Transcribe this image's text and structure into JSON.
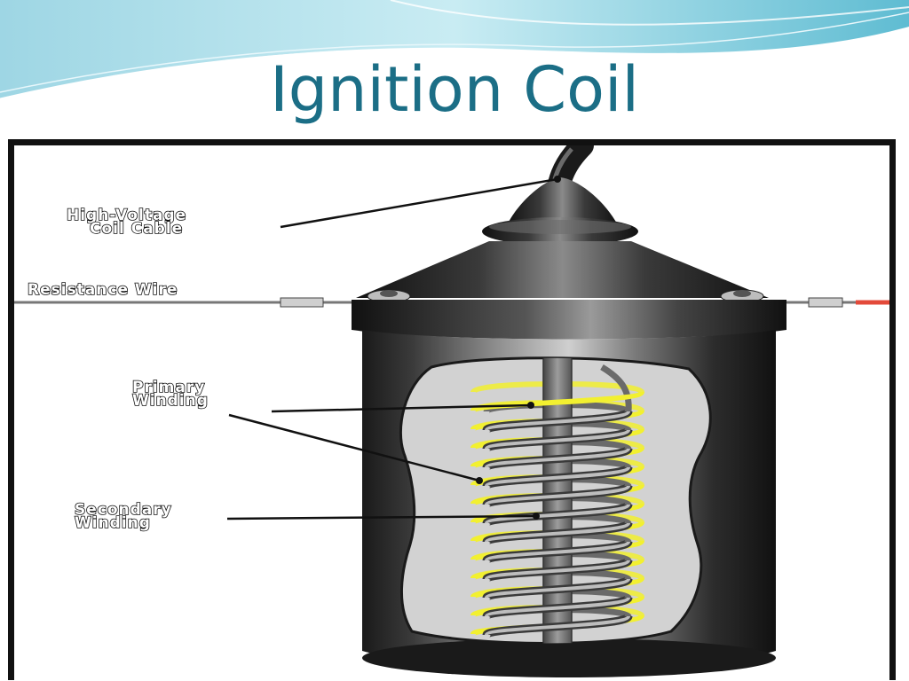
{
  "slide": {
    "title": "Ignition Coil",
    "theme_colors": {
      "title": "#1b6e86",
      "swoosh_light": "#b6e4ee",
      "swoosh_dark": "#6cc2d6"
    }
  },
  "diagram": {
    "labels": {
      "high_voltage_cable": [
        "High-Voltage",
        "Coil Cable"
      ],
      "resistance_wire": "Resistance Wire",
      "primary_winding": [
        "Primary",
        "Winding"
      ],
      "secondary_winding": [
        "Secondary",
        "Winding"
      ]
    },
    "colors": {
      "primary_coil": "#f2f030",
      "secondary_coil": "#6a6a6a",
      "can_dark": "#1c1c1c",
      "can_light": "#b0b0b0",
      "cutaway": "#d2d2d2",
      "terminal_wire": "#e34a3a"
    }
  }
}
